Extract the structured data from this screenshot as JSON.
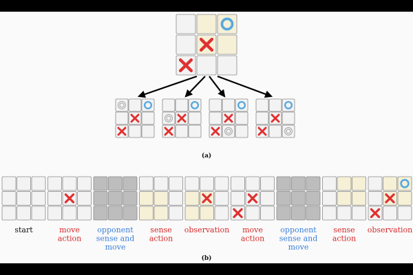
{
  "colors": {
    "cell_empty": "#f3f3f3",
    "cell_sensed": "#f5f0d6",
    "cell_hidden": "#bdbdbd",
    "cell_border": "#8a8a8a",
    "x_mark": "#e03030",
    "o_mark": "#56a8e0",
    "o_ghost": "#9a9a9a",
    "label_black": "#111111",
    "label_red": "#d62828",
    "label_blue": "#3b7fd9"
  },
  "part_a": {
    "caption": "(a)",
    "main_board": {
      "cells": [
        "e",
        "s",
        "s",
        "e",
        "s",
        "s",
        "e",
        "e",
        "e"
      ],
      "marks": [
        "",
        "",
        "O",
        "",
        "X",
        "",
        "X",
        "",
        ""
      ]
    },
    "candidates": [
      {
        "marks": [
          "o",
          "",
          "O",
          "",
          "X",
          "",
          "X",
          "",
          ""
        ]
      },
      {
        "marks": [
          "",
          "",
          "O",
          "o",
          "X",
          "",
          "X",
          "",
          ""
        ]
      },
      {
        "marks": [
          "",
          "",
          "O",
          "",
          "X",
          "",
          "X",
          "o",
          ""
        ]
      },
      {
        "marks": [
          "",
          "",
          "O",
          "",
          "X",
          "",
          "X",
          "",
          "o"
        ]
      }
    ]
  },
  "part_b": {
    "caption": "(b)",
    "steps": [
      {
        "label": [
          "start"
        ],
        "color": "black",
        "cells": [
          "e",
          "e",
          "e",
          "e",
          "e",
          "e",
          "e",
          "e",
          "e"
        ],
        "marks": [
          "",
          "",
          "",
          "",
          "",
          "",
          "",
          "",
          ""
        ]
      },
      {
        "label": [
          "move",
          "action"
        ],
        "color": "red",
        "cells": [
          "e",
          "e",
          "e",
          "e",
          "e",
          "e",
          "e",
          "e",
          "e"
        ],
        "marks": [
          "",
          "",
          "",
          "",
          "X",
          "",
          "",
          "",
          ""
        ]
      },
      {
        "label": [
          "opponent",
          "sense and",
          "move"
        ],
        "color": "blue",
        "cells": [
          "h",
          "h",
          "h",
          "h",
          "h",
          "h",
          "h",
          "h",
          "h"
        ],
        "marks": [
          "",
          "",
          "",
          "",
          "",
          "",
          "",
          "",
          ""
        ]
      },
      {
        "label": [
          "sense",
          "action"
        ],
        "color": "red",
        "cells": [
          "e",
          "e",
          "e",
          "s",
          "s",
          "e",
          "s",
          "s",
          "e"
        ],
        "marks": [
          "",
          "",
          "",
          "",
          "",
          "",
          "",
          "",
          ""
        ]
      },
      {
        "label": [
          "observation"
        ],
        "color": "red",
        "cells": [
          "e",
          "e",
          "e",
          "s",
          "s",
          "e",
          "s",
          "s",
          "e"
        ],
        "marks": [
          "",
          "",
          "",
          "",
          "X",
          "",
          "",
          "",
          ""
        ]
      },
      {
        "label": [
          "move",
          "action"
        ],
        "color": "red",
        "cells": [
          "e",
          "e",
          "e",
          "e",
          "e",
          "e",
          "e",
          "e",
          "e"
        ],
        "marks": [
          "",
          "",
          "",
          "",
          "X",
          "",
          "X",
          "",
          ""
        ]
      },
      {
        "label": [
          "opponent",
          "sense and",
          "move"
        ],
        "color": "blue",
        "cells": [
          "h",
          "h",
          "h",
          "h",
          "h",
          "h",
          "h",
          "h",
          "h"
        ],
        "marks": [
          "",
          "",
          "",
          "",
          "",
          "",
          "",
          "",
          ""
        ]
      },
      {
        "label": [
          "sense",
          "action"
        ],
        "color": "red",
        "cells": [
          "e",
          "s",
          "s",
          "e",
          "s",
          "s",
          "e",
          "e",
          "e"
        ],
        "marks": [
          "",
          "",
          "",
          "",
          "",
          "",
          "",
          "",
          ""
        ]
      },
      {
        "label": [
          "observation"
        ],
        "color": "red",
        "cells": [
          "e",
          "s",
          "s",
          "e",
          "s",
          "s",
          "e",
          "e",
          "e"
        ],
        "marks": [
          "",
          "",
          "O",
          "",
          "X",
          "",
          "X",
          "",
          ""
        ]
      }
    ]
  }
}
